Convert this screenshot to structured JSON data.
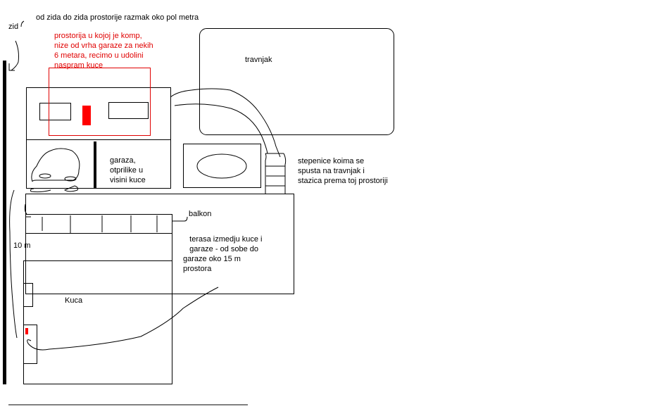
{
  "labels": {
    "wall": "zid",
    "wall_distance": "od zida do zida prostorije razmak oko pol metra",
    "room_note": "prostorija u kojoj je komp,\nnize od vrha garaze za nekih\n6 metara, recimo u udolini\nnaspram kuce",
    "lawn": "travnjak",
    "garage": "garaza,\notprilike u\nvisini kuce",
    "stairs": "stepenice koima se\nspusta na travnjak i\nstazica prema toj prostoriji",
    "balcony": "balkon",
    "terrace": "   terasa izmedju kuce i\n   garaze - od sobe do\ngaraze oko 15 m\nprostora",
    "length": "10 m",
    "house": "Kuca"
  },
  "colors": {
    "ink": "#000000",
    "accent": "#ff0000"
  }
}
